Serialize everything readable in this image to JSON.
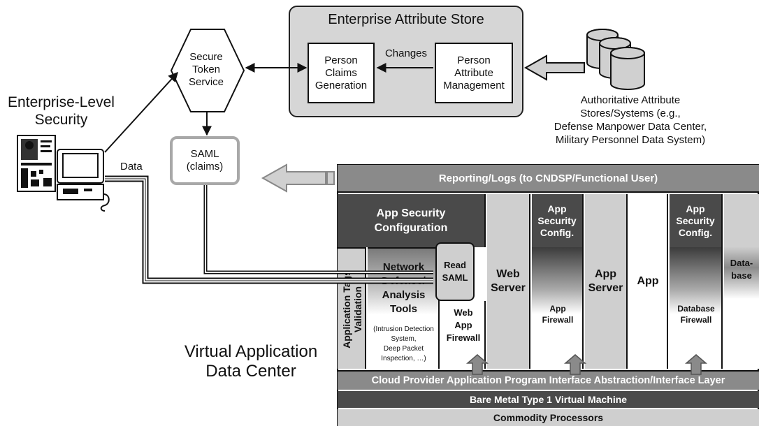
{
  "ela": {
    "title": "Enterprise-Level\nSecurity",
    "data_label": "Data"
  },
  "sts": {
    "label": "Secure\nToken\nService"
  },
  "eas": {
    "title": "Enterprise Attribute Store",
    "claims": "Person\nClaims\nGeneration",
    "changes": "Changes",
    "attr_mgmt": "Person\nAttribute\nManagement"
  },
  "auth": {
    "text": "Authoritative Attribute\nStores/Systems (e.g.,\nDefense Manpower Data Center,\nMilitary Personnel Data System)"
  },
  "saml": {
    "label": "SAML\n(claims)"
  },
  "vadc": {
    "label": "Virtual Application\nData Center"
  },
  "stack": {
    "reporting": "Reporting/Logs (to CNDSP/Functional User)",
    "app_sec_config": "App Security\nConfiguration",
    "app_tags": "Application Tags\nValidation",
    "network_defense": "Network\nDefense/\nAnalysis\nTools",
    "nd_sub": "(Intrusion Detection\nSystem,\nDeep Packet\nInspection, …)",
    "read_saml": "Read\nSAML",
    "web_app_firewall": "Web\nApp\nFirewall",
    "web_server": "Web\nServer",
    "app_sec_config_short_1": "App\nSecurity\nConfig.",
    "app_firewall": "App\nFirewall",
    "app_server": "App\nServer",
    "app": "App",
    "app_sec_config_short_2": "App\nSecurity\nConfig.",
    "database_firewall": "Database\nFirewall",
    "database": "Data-\nbase",
    "cloud_layer": "Cloud Provider Application Program Interface Abstraction/Interface Layer",
    "bare_metal": "Bare Metal Type 1 Virtual Machine",
    "commodity": "Commodity Processors"
  },
  "colors": {
    "dark_gray": "#4a4a4a",
    "mid_gray": "#8a8a8a",
    "light_gray": "#cfcfcf",
    "panel_gray": "#d9d9d9"
  }
}
